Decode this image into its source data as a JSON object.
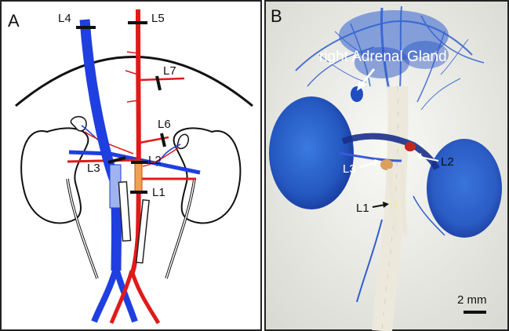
{
  "panel_a": {
    "letter": "A",
    "labels": {
      "l1": "L1",
      "l2": "L2",
      "l3": "L3",
      "l4": "L4",
      "l5": "L5",
      "l6": "L6",
      "l7": "L7"
    }
  },
  "panel_b": {
    "letter": "B",
    "annotation": "right Adrenal Gland",
    "labels": {
      "l1": "L1",
      "l2": "L2",
      "l3": "L3"
    },
    "scale_bar": "2 mm"
  },
  "colors": {
    "vein_blue": "#1f3fe0",
    "artery_red": "#e01a1a",
    "photo_bg": "#f2f2ef",
    "kidney_blue": "#2a62c9",
    "frame": "#222222"
  }
}
